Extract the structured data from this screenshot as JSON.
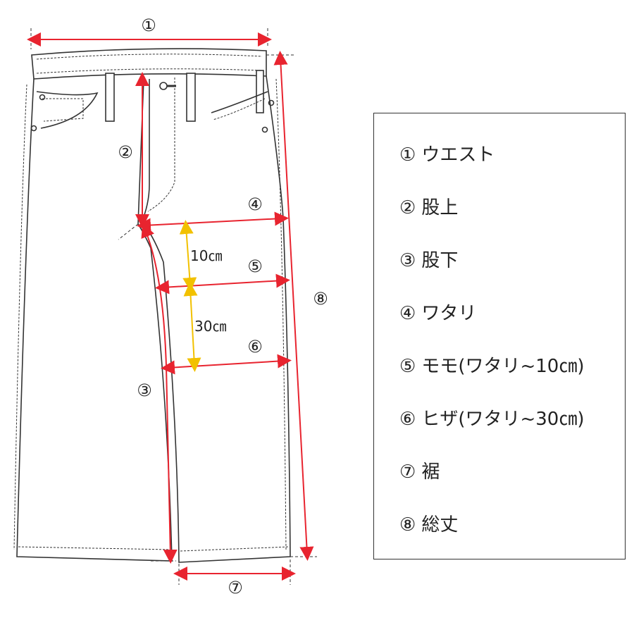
{
  "diagram": {
    "markers": {
      "waist": "①",
      "rise": "②",
      "inseam": "③",
      "thigh": "④",
      "upper_thigh": "⑤",
      "knee": "⑥",
      "hem": "⑦",
      "total_length": "⑧"
    },
    "offsets": {
      "upper": "10㎝",
      "lower": "30㎝"
    }
  },
  "legend": {
    "items": [
      {
        "num": "①",
        "label": "ウエスト"
      },
      {
        "num": "②",
        "label": "股上"
      },
      {
        "num": "③",
        "label": "股下"
      },
      {
        "num": "④",
        "label": "ワタリ"
      },
      {
        "num": "⑤",
        "label": "モモ(ワタリ~10㎝)"
      },
      {
        "num": "⑥",
        "label": "ヒザ(ワタリ~30㎝)"
      },
      {
        "num": "⑦",
        "label": "裾"
      },
      {
        "num": "⑧",
        "label": "総丈"
      }
    ]
  },
  "colors": {
    "measure": "#e8242f",
    "offset": "#f2c100",
    "outline": "#333333"
  }
}
